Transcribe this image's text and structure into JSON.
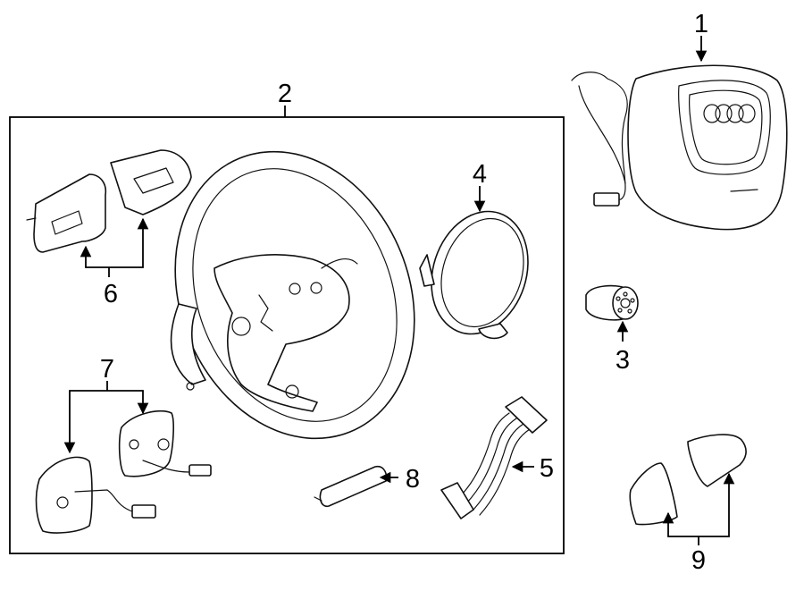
{
  "diagram": {
    "brand_logo": "four-ring-logo",
    "callouts": [
      {
        "id": "1",
        "part": "airbag-module"
      },
      {
        "id": "2",
        "part": "steering-wheel-assembly"
      },
      {
        "id": "3",
        "part": "mounting-bolt"
      },
      {
        "id": "4",
        "part": "clock-spring-ring"
      },
      {
        "id": "5",
        "part": "wiring-harness"
      },
      {
        "id": "6",
        "part": "paddle-shifters"
      },
      {
        "id": "7",
        "part": "control-switches"
      },
      {
        "id": "8",
        "part": "trim-cover"
      },
      {
        "id": "9",
        "part": "switch-caps"
      }
    ]
  }
}
